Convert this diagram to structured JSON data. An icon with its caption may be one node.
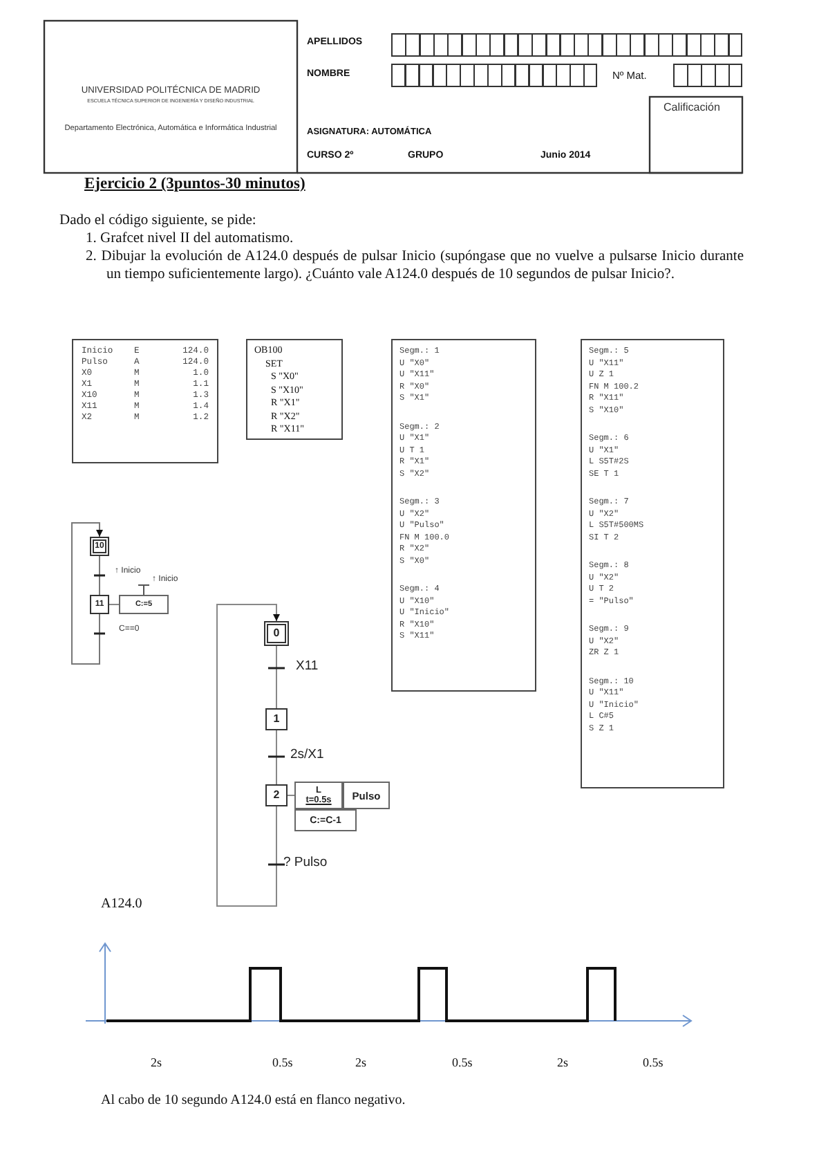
{
  "diagram": {
    "title": "Ejercicio 2 (3puntos-30 minutos)",
    "nodes": [
      {
        "text": [
          "Inicio",
          "E",
          "124.0",
          "Pulso",
          "A",
          "124.0",
          "X0",
          "M",
          "1.0",
          "X1",
          "M",
          "1.1",
          "X10",
          "M",
          "1.3",
          "X11",
          "M",
          "1.4",
          "X2",
          "M",
          "1.2"
        ]
      },
      {
        "text": [
          "OB100",
          "SET",
          "S \"X0\"",
          "S \"X10\"",
          "R \"X1\"",
          "R \"X2\"",
          "R \"X11\""
        ]
      },
      {
        "text": [
          "Segm.: 1",
          "U \"X0\"",
          "U \"X11\"",
          "R \"X0\"",
          "S \"X1\"",
          "Segm.: 2",
          "U \"X1\"",
          "U T 1",
          "R \"X1\"",
          "S \"X2\"",
          "Segm.: 3",
          "U \"X2\"",
          "U \"Pulso\"",
          "FN M 100.0",
          "R \"X2\"",
          "S \"X0\"",
          "Segm.: 4",
          "U \"X10\"",
          "U \"Inicio\"",
          "R \"X10\"",
          "S \"X11\""
        ]
      },
      {
        "text": [
          "Segm.: 5",
          "U \"X11\"",
          "U Z 1",
          "FN M 100.2",
          "R \"X11\"",
          "S \"X10\"",
          "Segm.: 6",
          "U \"X1\"",
          "L S5T#2S",
          "SE T 1",
          "Segm.: 7",
          "U \"X2\"",
          "L S5T#500MS",
          "SI T 2",
          "Segm.: 8",
          "U \"X2\"",
          "U T 2",
          "= \"Pulso\"",
          "Segm.: 9",
          "U \"X2\"",
          "ZR Z 1",
          "Segm.: 10",
          "U \"X11\"",
          "U \"Inicio\"",
          "L C#5",
          "S Z 1"
        ]
      },
      {
        "text": [
          "10"
        ]
      },
      {
        "text": [
          "11"
        ]
      },
      {
        "text": [
          "C:=5"
        ],
        "beside": [
          "↑ Inicio"
        ]
      },
      {
        "text": [
          "0"
        ]
      },
      {
        "text": [
          "1"
        ]
      },
      {
        "text": [
          "2"
        ]
      },
      {
        "text": [
          "L",
          "t=0.5s"
        ]
      },
      {
        "text": [
          "Pulso"
        ]
      },
      {
        "text": [
          "C:=C-1"
        ]
      }
    ],
    "edges": [
      {
        "from": 4,
        "to": 5,
        "arrow": "none",
        "label": "↑ Inicio"
      },
      {
        "from": 5,
        "to": 4,
        "arrow": "to",
        "label": "C==0"
      },
      {
        "from": 5,
        "to": 6,
        "arrow": "none"
      },
      {
        "from": 7,
        "to": 8,
        "arrow": "none",
        "label": "X11"
      },
      {
        "from": 8,
        "to": 9,
        "arrow": "none",
        "label": "2s/X1"
      },
      {
        "from": 9,
        "to": 7,
        "arrow": "to",
        "label": "? Pulso"
      },
      {
        "from": 9,
        "to": 10,
        "arrow": "none"
      }
    ],
    "labels": [
      "UNIVERSIDAD POLITÉCNICA DE MADRID",
      "ESCUELA TÉCNICA SUPERIOR DE INGENIERÍA Y DISEÑO INDUSTRIAL",
      "Departamento Electrónica, Automática e Informática Industrial",
      "APELLIDOS",
      "NOMBRE",
      "Nº Mat.",
      "Calificación",
      "ASIGNATURA: AUTOMÁTICA",
      "CURSO 2º",
      "GRUPO",
      "Junio 2014",
      "Dado el código siguiente, se pide:",
      "1. Grafcet nivel II del automatismo.",
      "2. Dibujar la evolución de A124.0 después de pulsar Inicio (supóngase que no vuelve a pulsarse Inicio durante un tiempo suficientemente largo). ¿Cuánto vale A124.0 después de 10 segundos de pulsar Inicio?.",
      "A124.0",
      "2s",
      "0.5s",
      "2s",
      "0.5s",
      "2s",
      "0.5s",
      "Al cabo de 10 segundo A124.0 está en flanco negativo."
    ]
  }
}
